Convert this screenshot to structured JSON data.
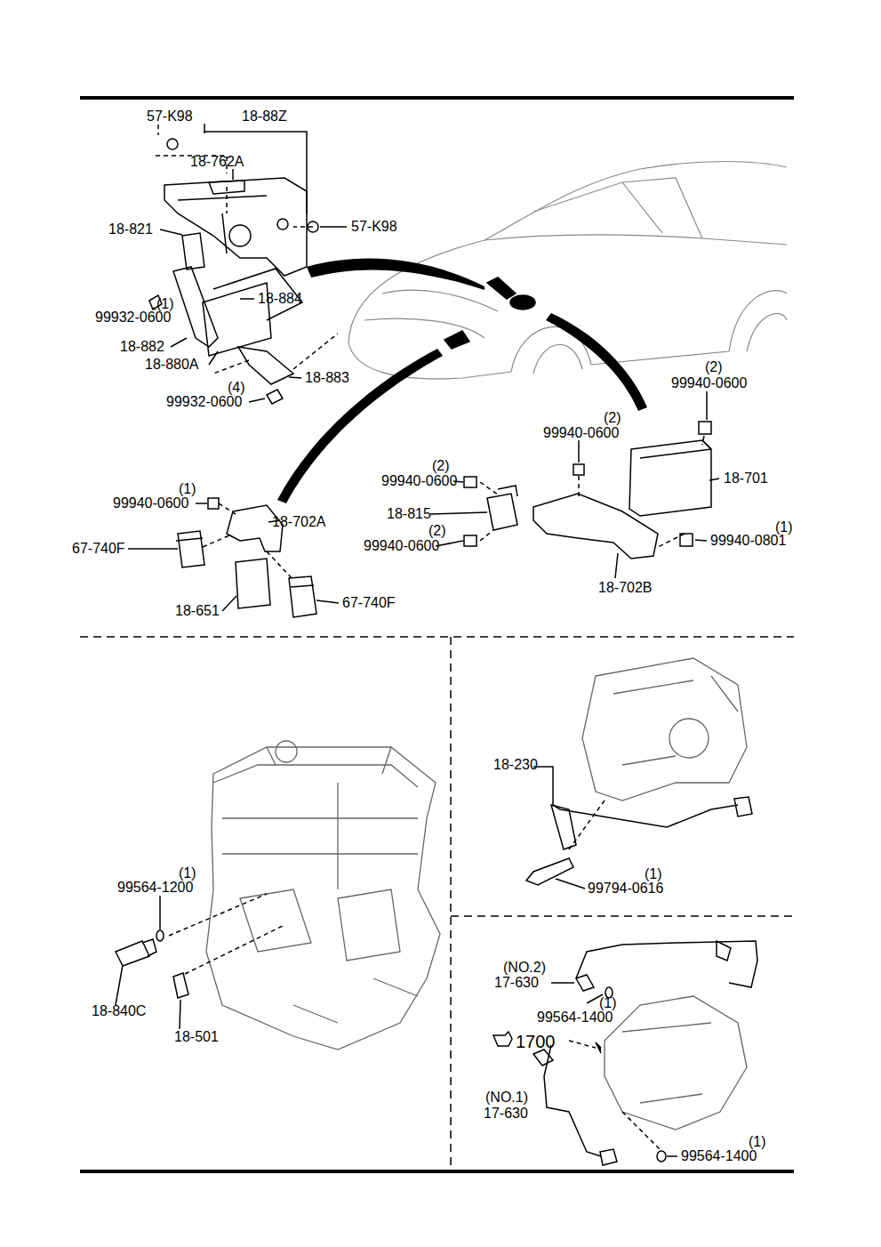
{
  "diagram": {
    "labels": [
      "57-K98",
      "18-88Z",
      "18-762A",
      "18-821",
      "57-K98",
      "(1)",
      "99932-0600",
      "18-884",
      "18-882",
      "18-880A",
      "18-883",
      "(4)",
      "99932-0600",
      "(2)",
      "99940-0600",
      "(2)",
      "99940-0600",
      "(2)",
      "99940-0600",
      "18-701",
      "18-815",
      "(2)",
      "99940-0600",
      "(1)",
      "99940-0801",
      "18-702B",
      "(1)",
      "99940-0600",
      "18-702A",
      "67-740F",
      "18-651",
      "67-740F",
      "(1)",
      "99564-1200",
      "18-840C",
      "18-501",
      "18-230",
      "(1)",
      "99794-0616",
      "(NO.2)",
      "17-630",
      "(1)",
      "99564-1400",
      "1700",
      "(NO.1)",
      "17-630",
      "(1)",
      "99564-1400"
    ]
  }
}
